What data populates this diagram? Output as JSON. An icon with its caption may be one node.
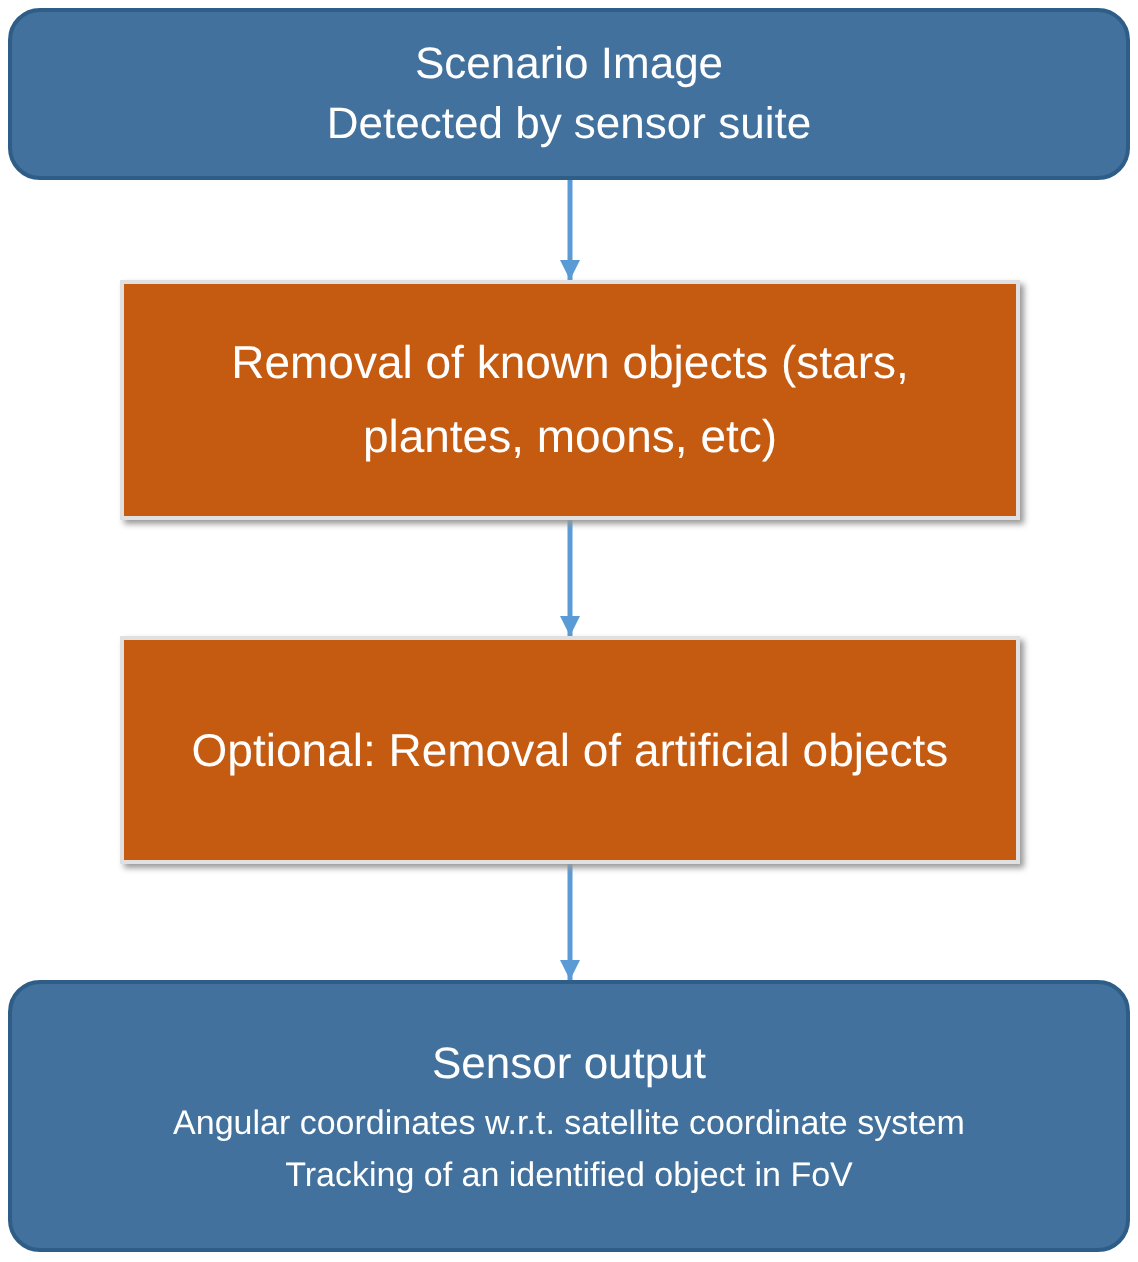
{
  "diagram": {
    "nodes": [
      {
        "text": [
          "Scenario Image",
          "Detected by sensor suite"
        ]
      },
      {
        "text": [
          "Removal of known objects (stars, plantes, moons, etc)"
        ]
      },
      {
        "text": [
          "Optional: Removal of artificial objects"
        ]
      },
      {
        "text": [
          "Sensor output",
          "Angular coordinates w.r.t. satellite coordinate system",
          "Tracking of an identified object in FoV"
        ]
      }
    ],
    "edges": [
      {
        "from": 0,
        "to": 1,
        "arrow": "to"
      },
      {
        "from": 1,
        "to": 2,
        "arrow": "to"
      },
      {
        "from": 2,
        "to": 3,
        "arrow": "to"
      }
    ]
  }
}
